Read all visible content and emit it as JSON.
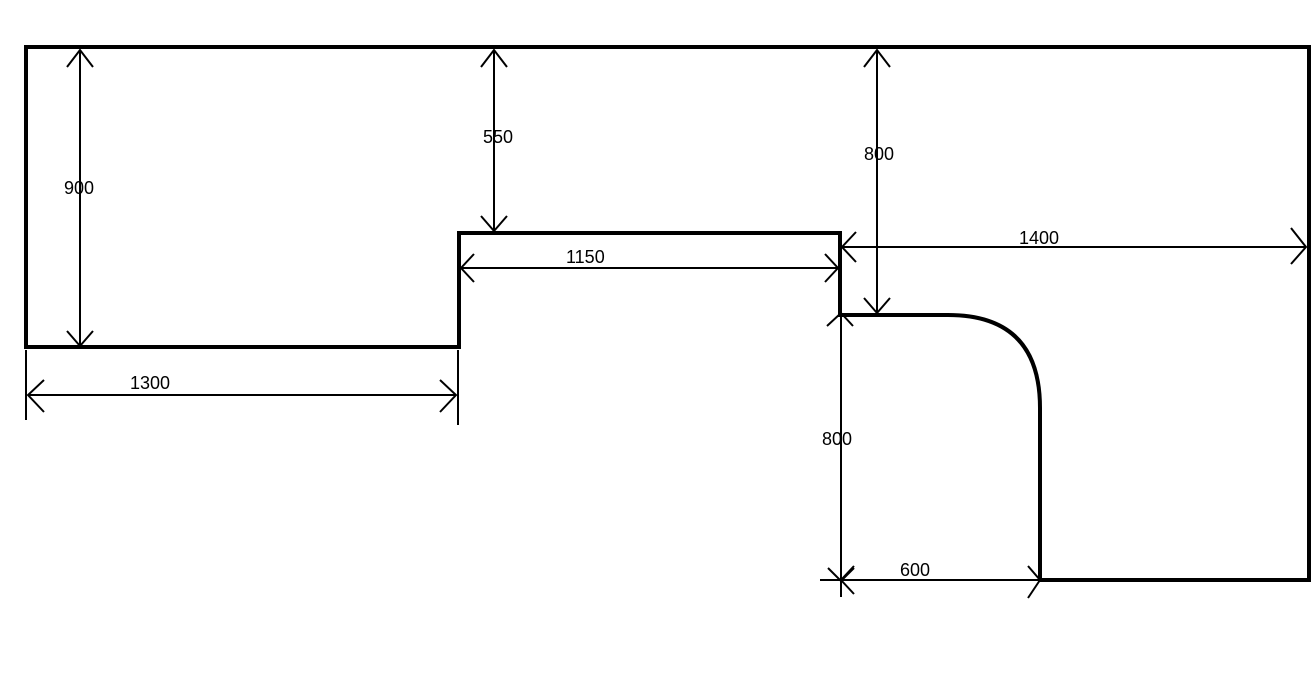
{
  "dimensions": {
    "left_height": "900",
    "left_width": "1300",
    "middle_depth": "550",
    "middle_width": "1150",
    "right_top_depth": "800",
    "right_width": "1400",
    "cutout_height": "800",
    "cutout_width": "600"
  },
  "colors": {
    "line": "#000000",
    "background": "#ffffff"
  }
}
